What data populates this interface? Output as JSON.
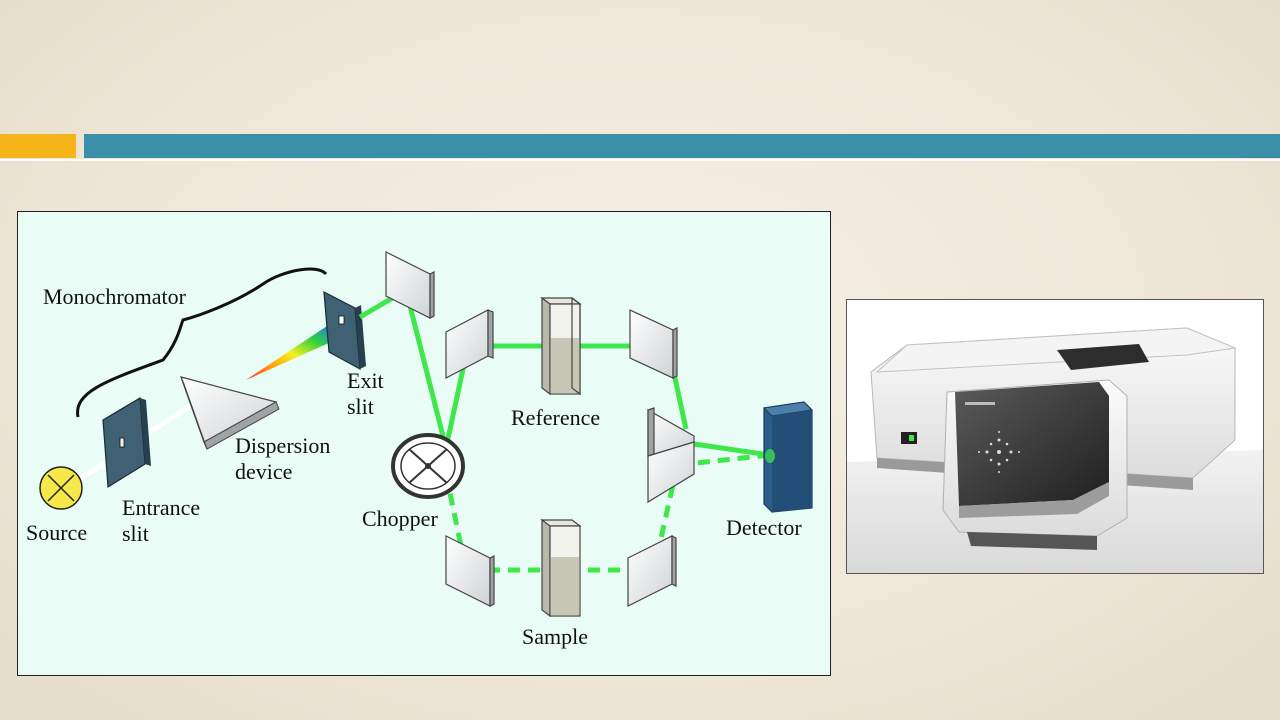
{
  "slide": {
    "accent_color": "#f5b417",
    "bar_color": "#3b8fa8"
  },
  "diagram": {
    "labels": {
      "monochromator": "Monochromator",
      "source": "Source",
      "entrance_slit": "Entrance\nslit",
      "dispersion_device": "Dispersion\ndevice",
      "exit_slit": "Exit\nslit",
      "chopper": "Chopper",
      "reference": "Reference",
      "sample": "Sample",
      "detector": "Detector"
    },
    "beam_color": "#3ee84a",
    "source_color": "#f5e84a"
  },
  "photo": {
    "icon": "spectrophotometer-instrument"
  }
}
